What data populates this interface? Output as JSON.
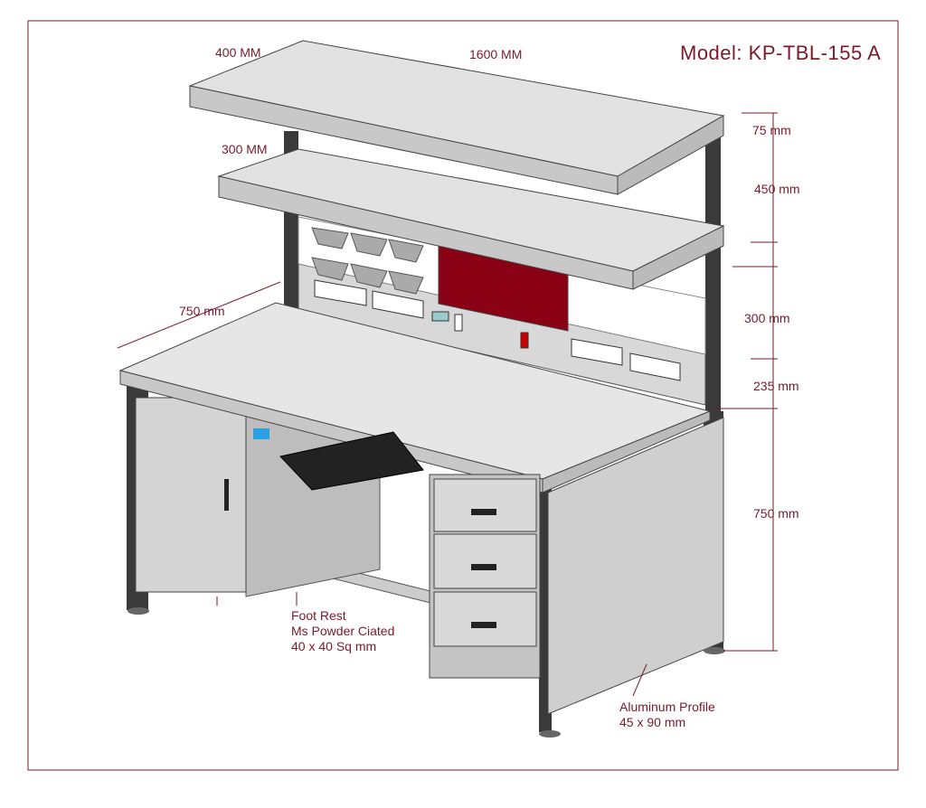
{
  "title": "Model: KP-TBL-155 A",
  "dimensions": {
    "top_shelf_depth": "400 MM",
    "width": "1600 MM",
    "lower_shelf_depth": "300 MM",
    "table_depth": "750 mm",
    "h_top_lip": "75 mm",
    "h_shelf_gap": "450 mm",
    "h_panel": "300 mm",
    "h_lower": "235 mm",
    "h_table": "750 mm"
  },
  "notes": {
    "foot_rest": [
      "Foot Rest",
      "Ms Powder Ciated",
      "40 x 40 Sq mm"
    ],
    "profile": [
      "Aluminum Profile",
      "45 x 90 mm"
    ]
  },
  "colors": {
    "text": "#7a1a2a",
    "panel_red": "#8a0014",
    "frame": "#7a1a2a"
  }
}
